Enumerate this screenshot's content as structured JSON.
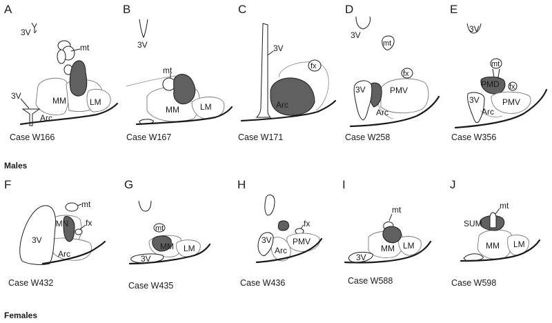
{
  "panels": [
    {
      "letter": "A",
      "case": "Case W166",
      "labels": {
        "v3_top": "3V",
        "mt": "mt",
        "mm": "MM",
        "lm": "LM",
        "v3_bottom": "3V",
        "arc": "Arc"
      }
    },
    {
      "letter": "B",
      "case": "Case W167",
      "labels": {
        "v3": "3V",
        "mt": "mt",
        "mm": "MM",
        "lm": "LM"
      }
    },
    {
      "letter": "C",
      "case": "Case W171",
      "labels": {
        "v3": "3V",
        "fx": "fx",
        "arc": "Arc"
      }
    },
    {
      "letter": "D",
      "case": "Case W258",
      "labels": {
        "v3_top": "3V",
        "mt": "mt",
        "fx": "fx",
        "v3": "3V",
        "pmv": "PMV",
        "arc": "Arc"
      }
    },
    {
      "letter": "E",
      "case": "Case W356",
      "labels": {
        "v3_top": "3V",
        "mt": "mt",
        "pmd": "PMD",
        "fx": "fx",
        "v3": "3V",
        "pmv": "PMV",
        "arc": "Arc"
      }
    },
    {
      "letter": "F",
      "case": "Case W432",
      "labels": {
        "mt": "mt",
        "dmn": "DMN",
        "fx": "fx",
        "v3": "3V",
        "arc": "Arc"
      }
    },
    {
      "letter": "G",
      "case": "Case W435",
      "labels": {
        "mt": "mt",
        "mm": "MM",
        "lm": "LM",
        "v3": "3V"
      }
    },
    {
      "letter": "H",
      "case": "Case W436",
      "labels": {
        "fx": "fx",
        "v3": "3V",
        "pmv": "PMV",
        "arc": "Arc"
      }
    },
    {
      "letter": "I",
      "case": "Case W588",
      "labels": {
        "mt": "mt",
        "mm": "MM",
        "lm": "LM",
        "v3": "3V"
      }
    },
    {
      "letter": "J",
      "case": "Case W598",
      "labels": {
        "mt": "mt",
        "sum": "SUM",
        "mm": "MM",
        "lm": "LM"
      }
    }
  ],
  "groups": {
    "males": "Males",
    "females": "Females"
  },
  "colors": {
    "lesion": "#606060",
    "outline": "#1a1a1a",
    "nucleus": "#777777"
  }
}
